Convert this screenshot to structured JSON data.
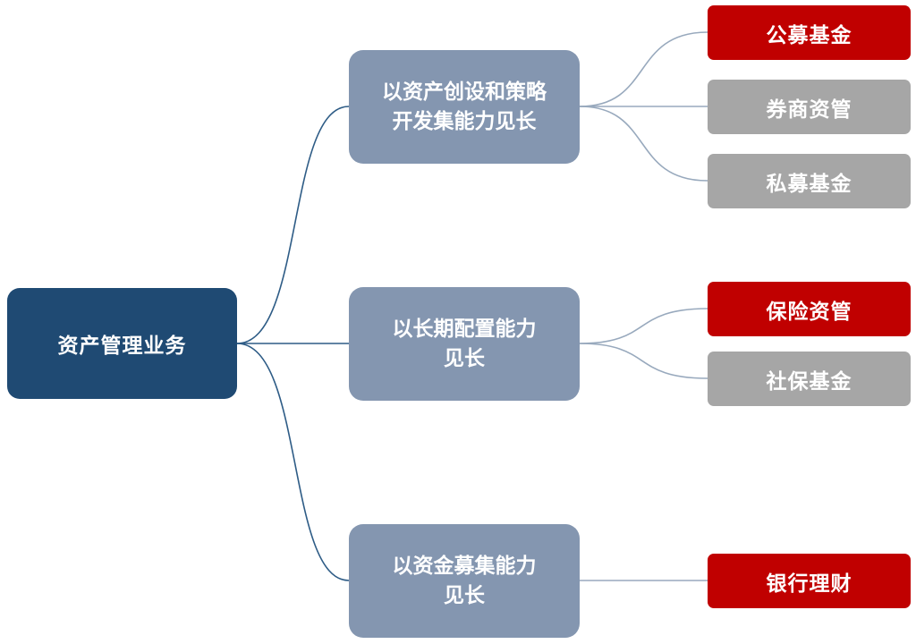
{
  "diagram": {
    "root": {
      "label": "资产管理业务"
    },
    "branches": [
      {
        "label": "以资产创设和策略\n开发集能力见长",
        "leaves": [
          {
            "label": "公募基金",
            "color": "#c00000"
          },
          {
            "label": "券商资管",
            "color": "#a6a6a6"
          },
          {
            "label": "私募基金",
            "color": "#a6a6a6"
          }
        ]
      },
      {
        "label": "以长期配置能力\n见长",
        "leaves": [
          {
            "label": "保险资管",
            "color": "#c00000"
          },
          {
            "label": "社保基金",
            "color": "#a6a6a6"
          }
        ]
      },
      {
        "label": "以资金募集能力\n见长",
        "leaves": [
          {
            "label": "银行理财",
            "color": "#c00000"
          }
        ]
      }
    ]
  }
}
